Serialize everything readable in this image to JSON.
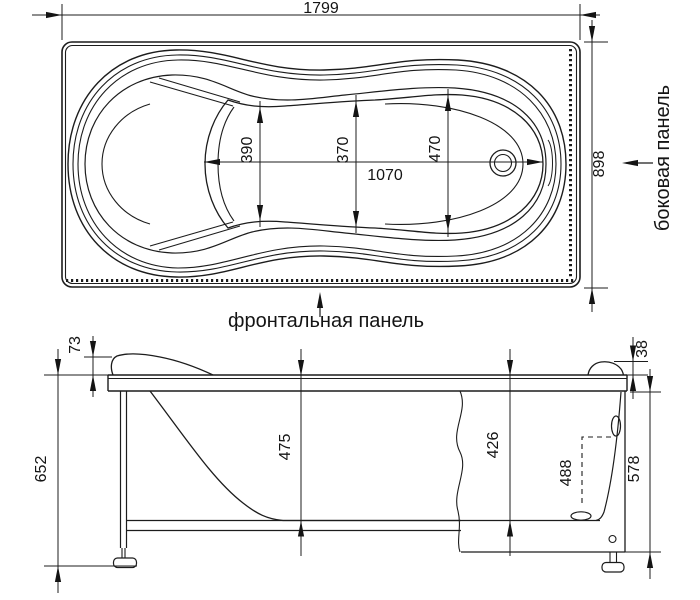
{
  "drawing": {
    "title": "bathtub-technical-drawing",
    "views": [
      "top-plan-view",
      "side-elevation-view"
    ]
  },
  "labels": {
    "side_panel": "боковая панель",
    "front_panel": "фронтальная панель"
  },
  "dimensions": {
    "top": {
      "overall_length": "1799",
      "overall_width": "898",
      "seat_width": "390",
      "waist_width": "370",
      "foot_width": "470",
      "basin_length": "1070"
    },
    "side": {
      "headrest_height": "73",
      "overall_height": "652",
      "depth_left": "475",
      "depth_right": "426",
      "drain_offset": "488",
      "skirt_height": "578",
      "ledge_height": "38"
    }
  }
}
